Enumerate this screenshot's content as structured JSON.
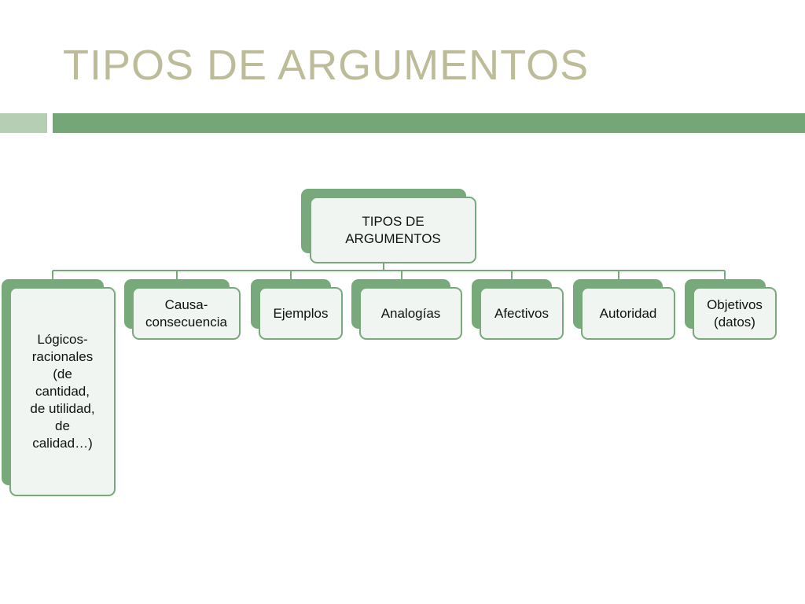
{
  "slide": {
    "title": "TIPOS DE ARGUMENTOS"
  },
  "diagram": {
    "root": {
      "label": "TIPOS DE\nARGUMENTOS"
    },
    "children": [
      {
        "label": "Lógicos-\nracionales\n(de\ncantidad,\nde utilidad,\nde\ncalidad…)"
      },
      {
        "label": "Causa-\nconsecuencia"
      },
      {
        "label": "Ejemplos"
      },
      {
        "label": "Analogías"
      },
      {
        "label": "Afectivos"
      },
      {
        "label": "Autoridad"
      },
      {
        "label": "Objetivos\n(datos)"
      }
    ]
  },
  "colors": {
    "title": "#bcbc98",
    "accent_green": "#75a678",
    "light_green": "#b4cfb4",
    "box_fill": "#f1f5f1"
  }
}
